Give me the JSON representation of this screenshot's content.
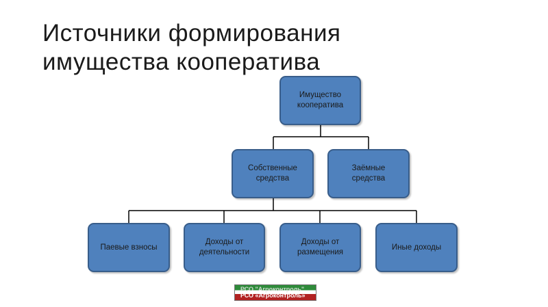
{
  "slide": {
    "title_line1": "Источники формирования",
    "title_line2": "имущества кооператива"
  },
  "diagram": {
    "root": "Имущество\nкооператива",
    "level2": [
      "Собственные\nсредства",
      "Заёмные\nсредства"
    ],
    "level3": [
      "Паевые взносы",
      "Доходы от\nдеятельности",
      "Доходы от\nразмещения",
      "Иные доходы"
    ]
  },
  "logo": {
    "line1": "РСО \"Агроконтроль\"",
    "line2": "РСО «Агроконтроль»"
  },
  "colors": {
    "box_fill": "#4f81bd",
    "box_border": "#385d8a",
    "connector": "#000000"
  }
}
